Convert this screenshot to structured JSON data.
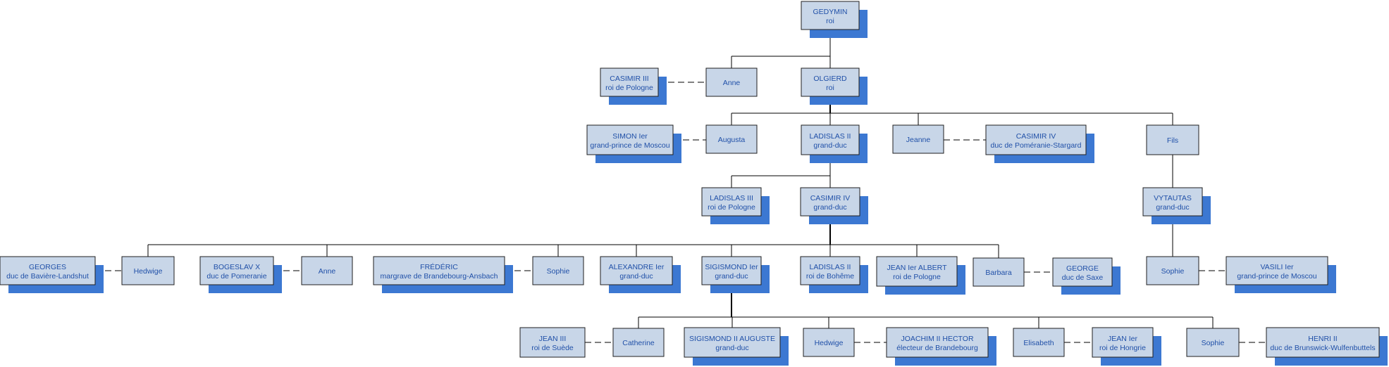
{
  "colors": {
    "box_fill": "#c8d6e8",
    "box_shadow": "#3c78d2",
    "text": "#2050a8",
    "line": "#000000"
  },
  "people": {
    "gedymin": [
      "GEDYMIN",
      "roi"
    ],
    "casimir3": [
      "CASIMIR III",
      "roi de Pologne"
    ],
    "anne_g2": [
      "Anne"
    ],
    "olgierd": [
      "OLGIERD",
      "roi"
    ],
    "simon": [
      "SIMON Ier",
      "grand-prince de Moscou"
    ],
    "augusta": [
      "Augusta"
    ],
    "ladislas2_gd": [
      "LADISLAS II",
      "grand-duc"
    ],
    "jeanne": [
      "Jeanne"
    ],
    "casimir4_pom": [
      "CASIMIR IV",
      "duc de Poméranie-Stargard"
    ],
    "fils": [
      "Fils"
    ],
    "ladislas3": [
      "LADISLAS III",
      "roi de Pologne"
    ],
    "casimir4_gd": [
      "CASIMIR IV",
      "grand-duc"
    ],
    "vytautas": [
      "VYTAUTAS",
      "grand-duc"
    ],
    "georges": [
      "GEORGES",
      "duc de Bavière-Landshut"
    ],
    "hedwige_g5": [
      "Hedwige"
    ],
    "bogeslav": [
      "BOGESLAV X",
      "duc de Pomeranie"
    ],
    "anne_g5": [
      "Anne"
    ],
    "frederic": [
      "FRÉDÉRIC",
      "margrave de Brandebourg-Ansbach"
    ],
    "sophie_g5": [
      "Sophie"
    ],
    "alexandre": [
      "ALEXANDRE Ier",
      "grand-duc"
    ],
    "sigismond1": [
      "SIGISMOND Ier",
      "grand-duc"
    ],
    "ladislas2_bo": [
      "LADISLAS II",
      "roi de Bohême"
    ],
    "jean_albert": [
      "JEAN Ier ALBERT",
      "roi de Pologne"
    ],
    "barbara": [
      "Barbara"
    ],
    "george_saxe": [
      "GEORGE",
      "duc de Saxe"
    ],
    "sophie_vyt": [
      "Sophie"
    ],
    "vasili": [
      "VASILI Ier",
      "grand-prince de Moscou"
    ],
    "jean3": [
      "JEAN III",
      "roi de Suède"
    ],
    "catherine": [
      "Catherine"
    ],
    "sigismond2": [
      "SIGISMOND II AUGUSTE",
      "grand-duc"
    ],
    "hedwige_g6": [
      "Hedwige"
    ],
    "joachim": [
      "JOACHIM II HECTOR",
      "électeur de Brandebourg"
    ],
    "elisabeth": [
      "Elisabeth"
    ],
    "jean1_hongrie": [
      "JEAN Ier",
      "roi de Hongrie"
    ],
    "sophie_g6": [
      "Sophie"
    ],
    "henri2": [
      "HENRI II",
      "duc de Brunswick-Wulfenbuttels"
    ]
  }
}
